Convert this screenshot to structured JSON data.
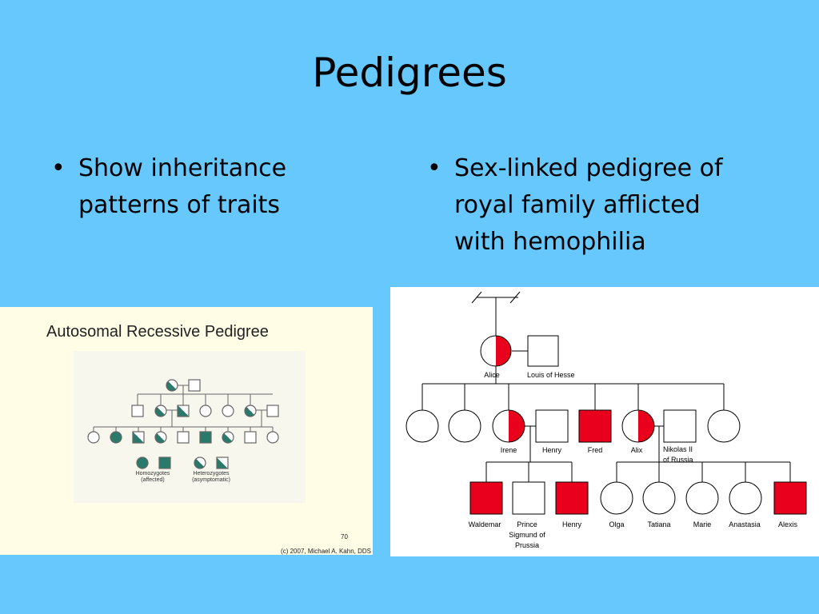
{
  "slide": {
    "title": "Pedigrees",
    "bullets_left": [
      "Show inheritance patterns of traits"
    ],
    "bullets_right": [
      "Sex-linked pedigree of royal family afflicted with hemophilia"
    ]
  },
  "autosomal_panel": {
    "title": "Autosomal Recessive Pedigree",
    "legend": {
      "affected_line1": "Homozygotes",
      "affected_line2": "(affected)",
      "carrier_line1": "Heterozygotes",
      "carrier_line2": "(asymptomatic)"
    },
    "page_number": "70",
    "copyright": "(c) 2007, Michael A. Kahn, DDS"
  },
  "royal_panel": {
    "people": {
      "alice": "Alice",
      "louis": "Louis of Hesse",
      "irene": "Irene",
      "henry1": "Henry",
      "fred": "Fred",
      "alix": "Alix",
      "nikolas_l1": "Nikolas II",
      "nikolas_l2": "of Russia",
      "waldemar": "Waldemar",
      "prince_l1": "Prince",
      "prince_l2": "Sigmund of",
      "prince_l3": "Prussia",
      "henry2": "Henry",
      "olga": "Olga",
      "tatiana": "Tatiana",
      "marie": "Marie",
      "anastasia": "Anastasia",
      "alexis": "Alexis"
    }
  },
  "colors": {
    "background": "#66c8fc",
    "affected_royal": "#e8001c",
    "affected_autosomal": "#2a7a6c",
    "autosomal_panel_bg": "#fffde6"
  }
}
